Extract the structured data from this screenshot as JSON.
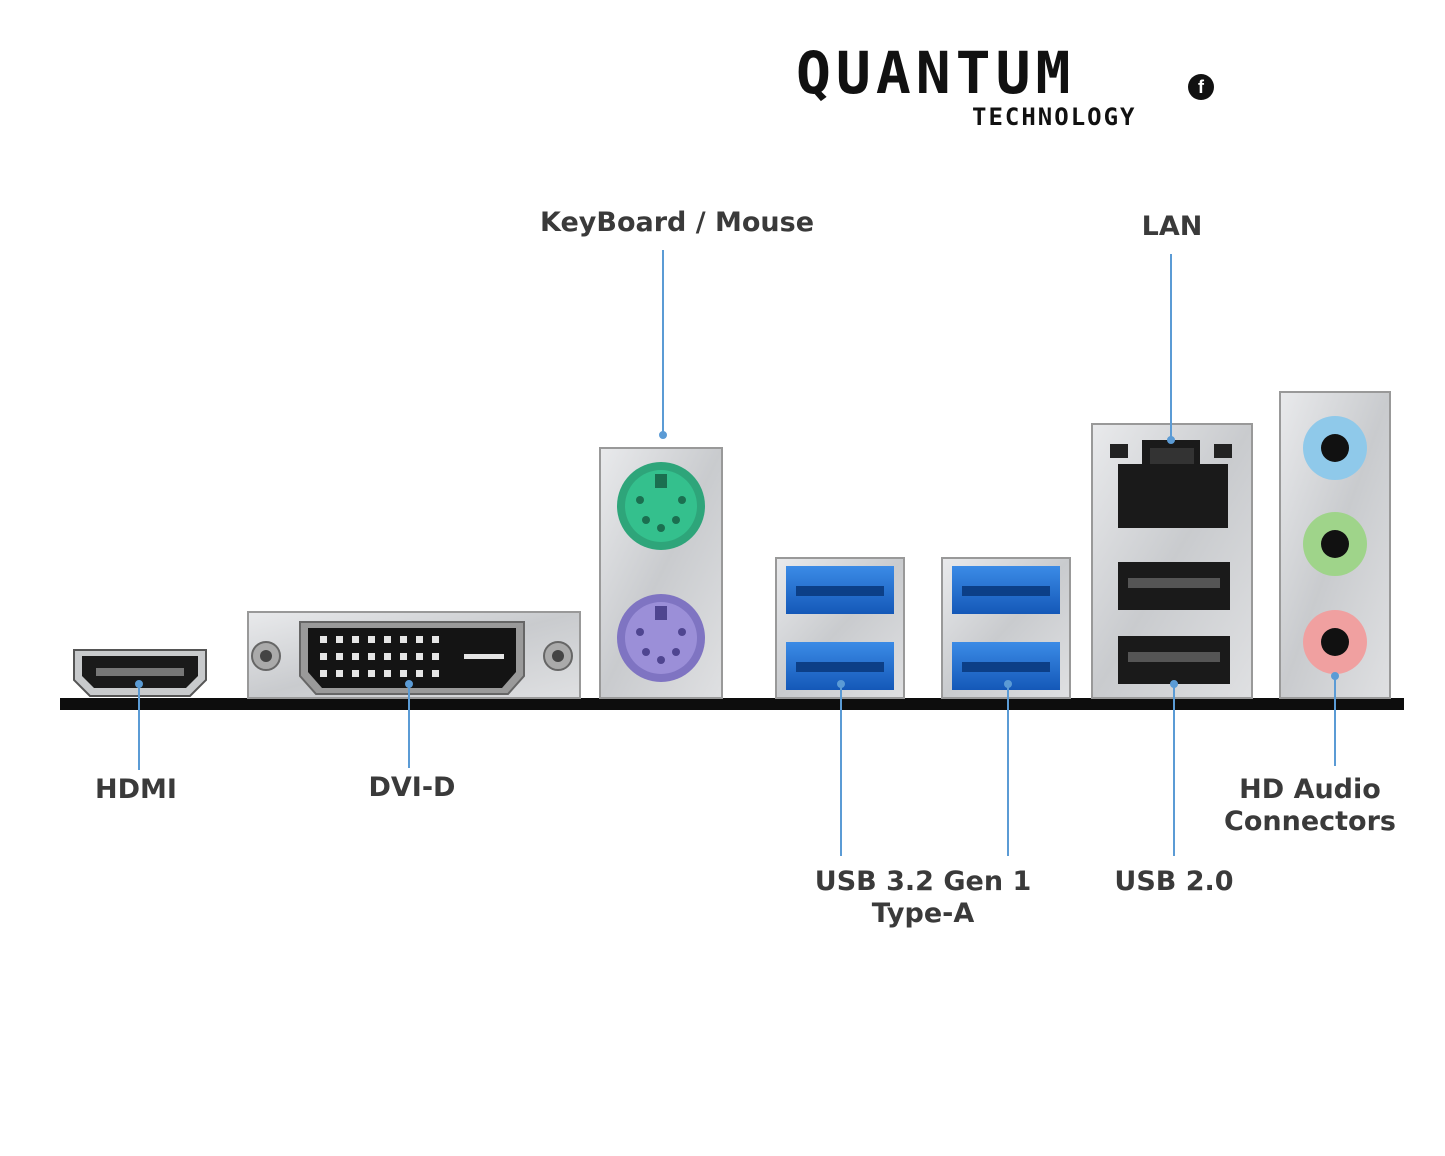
{
  "logo": {
    "name": "QUANTUM",
    "tagline": "TECHNOLOGY",
    "social_icon": "facebook-icon"
  },
  "labels": {
    "keyboard_mouse": "KeyBoard / Mouse",
    "lan": "LAN",
    "hdmi": "HDMI",
    "dvi": "DVI-D",
    "usb32_line1": "USB 3.2 Gen 1",
    "usb32_line2": "Type-A",
    "usb20": "USB 2.0",
    "audio_line1": "HD Audio",
    "audio_line2": "Connectors"
  },
  "colors": {
    "leader_line": "#5b9bd5",
    "ps2_keyboard": "#34c08d",
    "ps2_mouse": "#9b8fd8",
    "usb3_blue": "#1f6fd0",
    "audio_line_in": "#8fc9ea",
    "audio_line_out": "#9fd48a",
    "audio_mic": "#f0a0a0"
  }
}
